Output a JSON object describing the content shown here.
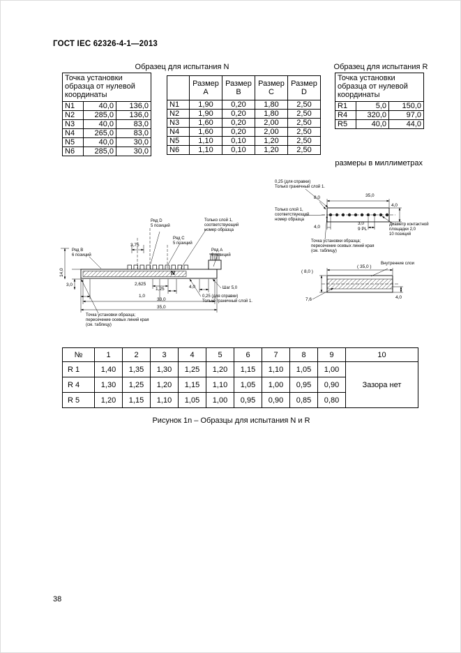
{
  "page": {
    "header": "ГОСТ IEC 62326-4-1—2013",
    "caption_n": "Образец для испытания N",
    "caption_r": "Образец для испытания R",
    "units_note": "размеры в миллиметрах",
    "figure_caption": "Рисунок 1n – Образцы для испытания N и R",
    "page_number": "38"
  },
  "table_n_coords": {
    "header": "Точка установки образца от нулевой координаты",
    "rows": [
      [
        "N1",
        "40,0",
        "136,0"
      ],
      [
        "N2",
        "285,0",
        "136,0"
      ],
      [
        "N3",
        "40,0",
        "83,0"
      ],
      [
        "N4",
        "265,0",
        "83,0"
      ],
      [
        "N5",
        "40,0",
        "30,0"
      ],
      [
        "N6",
        "285,0",
        "30,0"
      ]
    ]
  },
  "table_sizes": {
    "headers": [
      "",
      "Размер A",
      "Размер B",
      "Размер C",
      "Размер D"
    ],
    "rows": [
      [
        "N1",
        "1,90",
        "0,20",
        "1,80",
        "2,50"
      ],
      [
        "N2",
        "1,90",
        "0,20",
        "1,80",
        "2,50"
      ],
      [
        "N3",
        "1,60",
        "0,20",
        "2,00",
        "2,50"
      ],
      [
        "N4",
        "1,60",
        "0,20",
        "2,00",
        "2,50"
      ],
      [
        "N5",
        "1,10",
        "0,10",
        "1,20",
        "2,50"
      ],
      [
        "N6",
        "1,10",
        "0,10",
        "1,20",
        "2,50"
      ]
    ]
  },
  "table_r_coords": {
    "header": "Точка установки образца от нулевой координаты",
    "rows": [
      [
        "R1",
        "5,0",
        "150,0"
      ],
      [
        "R4",
        "320,0",
        "97,0"
      ],
      [
        "R5",
        "40,0",
        "44,0"
      ]
    ]
  },
  "table_gap": {
    "headers": [
      "№",
      "1",
      "2",
      "3",
      "4",
      "5",
      "6",
      "7",
      "8",
      "9",
      "10"
    ],
    "rows": [
      [
        "R 1",
        "1,40",
        "1,35",
        "1,30",
        "1,25",
        "1,20",
        "1,15",
        "1,10",
        "1,05",
        "1,00"
      ],
      [
        "R 4",
        "1,30",
        "1,25",
        "1,20",
        "1,15",
        "1,10",
        "1,05",
        "1,00",
        "0,95",
        "0,90"
      ],
      [
        "R 5",
        "1,20",
        "1,15",
        "1,10",
        "1,05",
        "1,00",
        "0,95",
        "0,90",
        "0,85",
        "0,80"
      ]
    ],
    "merged_note": "Зазора нет"
  },
  "drawing_n": {
    "mark": "N",
    "labels": {
      "row_d": "Ряд D\n5 позиций",
      "layer1_note": "Только слой 1,\nсоответствующий\nномер образца",
      "row_c": "Ряд C\n5 позиций",
      "row_b": "Ряд B\n6 позиций",
      "row_a": "Ряд A\n6 позиций",
      "dim_3_75": "3,75",
      "dim_2_625": "2,625",
      "dim_1_25": "1,25",
      "dim_1_0": "1,0",
      "dim_4_0": "4,0",
      "pitch": "Шаг 5,0",
      "ref_note": "0,25 (для справки)\nТолько граничный слой 1.",
      "dim_33_0": "33,0",
      "dim_35_0": "35,0",
      "dim_3_0": "3,0",
      "dim_14_0": "14,0",
      "datum_note": "Точка установки образца;\nпересечение осевых линий края\n(см. таблицу)"
    }
  },
  "drawing_r": {
    "labels": {
      "ref_note": "0,25 (для справки)\nТолько граничный слой 1.",
      "dim_8_0": "8,0",
      "dim_35_0": "35,0",
      "dim_4_0_right": "4,0",
      "layer1_note": "Только слой 1,\nсоответствующий\nномер образца",
      "dim_3_0_9pl": "3,0\n9 PL",
      "dim_4_0_left": "4,0",
      "pad_note": "Диаметр контактной\nплощадки 2,0\n10 позиций",
      "datum_note": "Точка установки образца;\nпересечение осевых линий края\n(см. таблицу)",
      "inner_layers": "Внутренние слои",
      "ref_8_0": "( 8,0 )",
      "ref_35_0": "( 35,0 )",
      "dim_7_6": "7,6",
      "dim_4_0_bottom": "4,0"
    }
  }
}
